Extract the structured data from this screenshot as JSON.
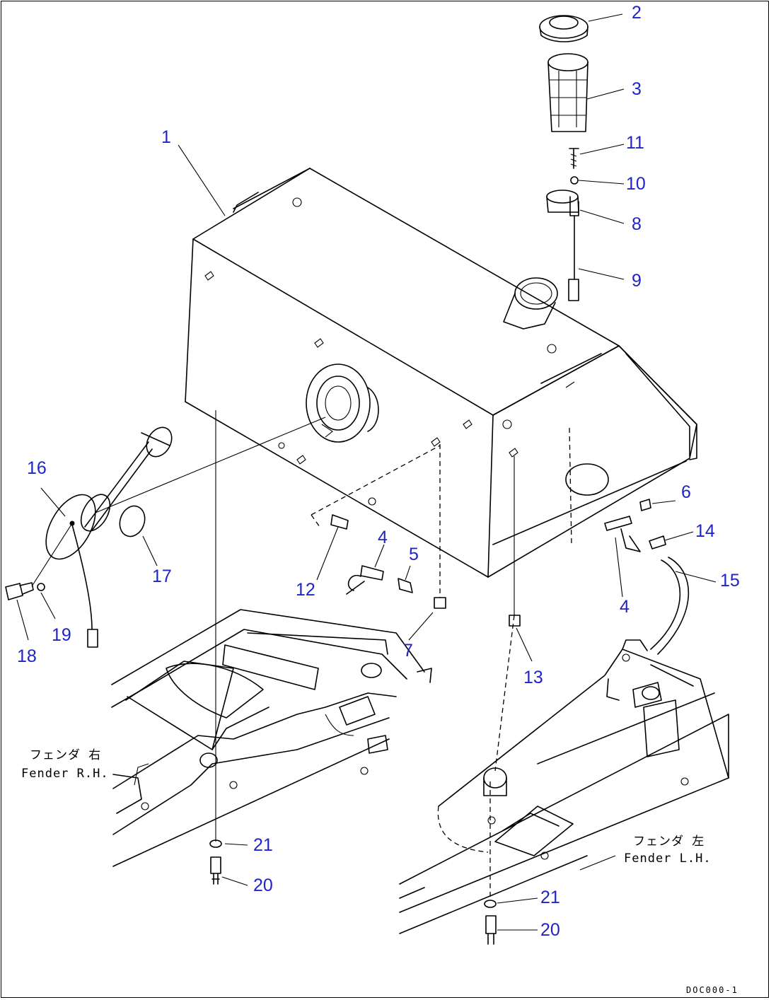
{
  "callouts": {
    "c1": "1",
    "c2": "2",
    "c3": "3",
    "c4a": "4",
    "c4b": "4",
    "c5": "5",
    "c6": "6",
    "c7": "7",
    "c8": "8",
    "c9": "9",
    "c10": "10",
    "c11": "11",
    "c12": "12",
    "c13": "13",
    "c14": "14",
    "c15": "15",
    "c16": "16",
    "c17": "17",
    "c18": "18",
    "c19": "19",
    "c20a": "20",
    "c21a": "21",
    "c20b": "20",
    "c21b": "21"
  },
  "notes": {
    "fender_rh_jp": "フェンダ 右",
    "fender_rh_en": "Fender R.H.",
    "fender_lh_jp": "フェンダ 左",
    "fender_lh_en": "Fender L.H."
  },
  "drawing_code": "DOC000-1",
  "colors": {
    "callout": "#1f24c8",
    "line": "#000000"
  }
}
